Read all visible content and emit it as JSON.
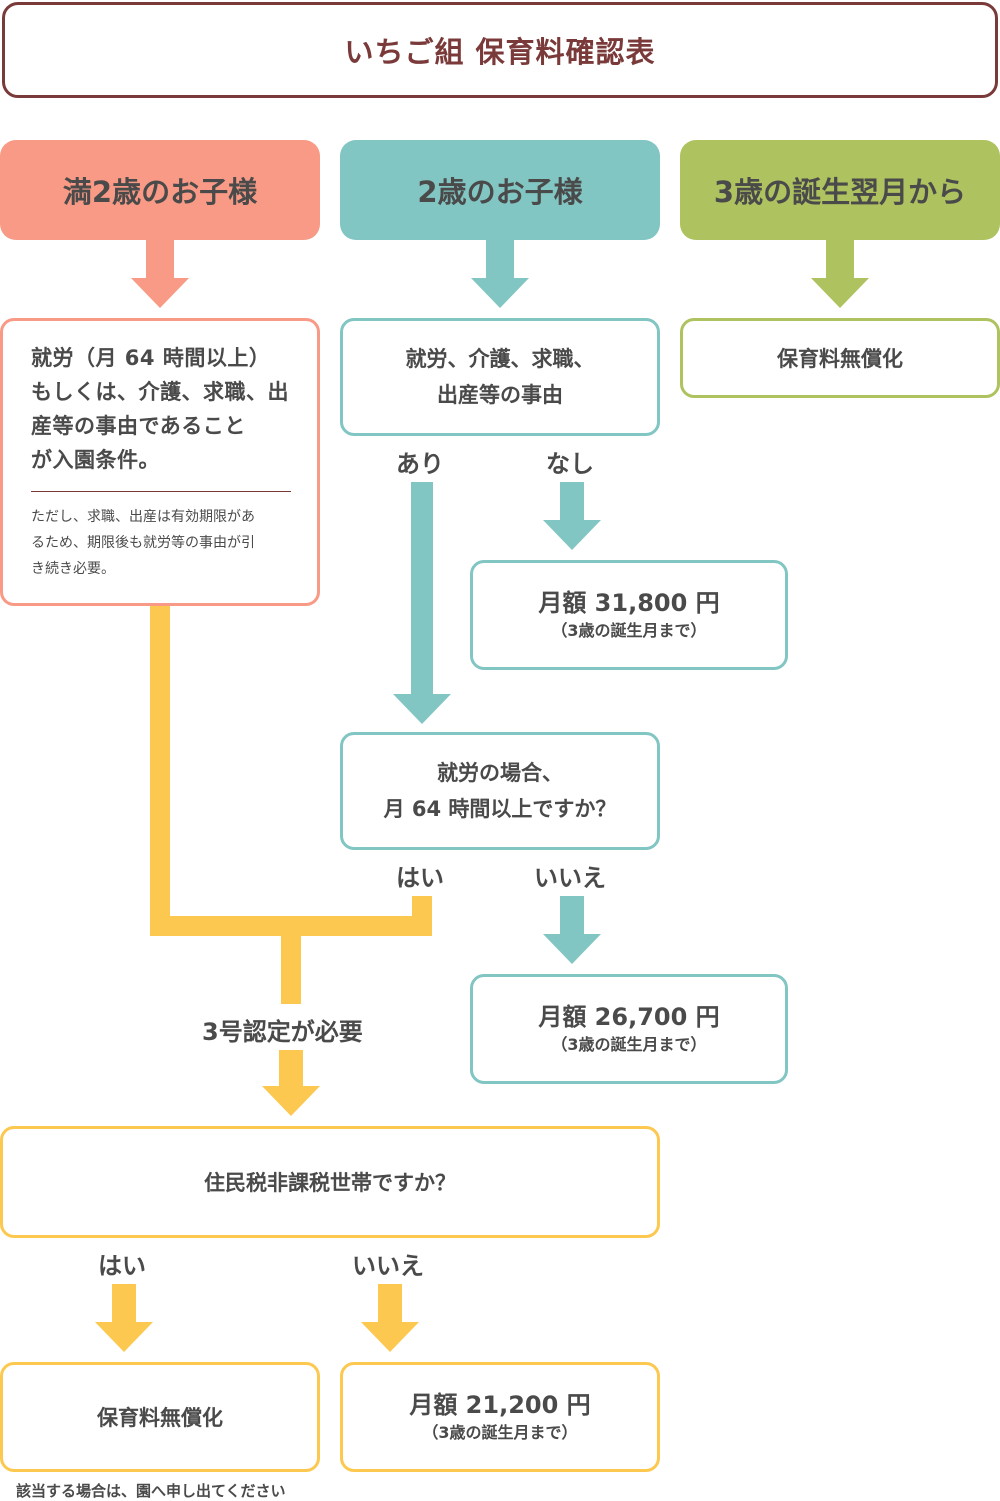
{
  "title": "いちご組 保育料確認表",
  "columns": {
    "left": {
      "header": "満2歳のお子様"
    },
    "middle": {
      "header": "2歳のお子様"
    },
    "right": {
      "header": "3歳の誕生翌月から"
    }
  },
  "left_box": {
    "main_lines": [
      "就労（月 64 時間以上）",
      "もしくは、介護、求職、出",
      "産等の事由であること",
      "が入園条件。"
    ],
    "note_lines": [
      "ただし、求職、出産は有効期限があ",
      "るため、期限後も就労等の事由が引",
      "き続き必要。"
    ]
  },
  "middle_box": {
    "lines": [
      "就労、介護、求職、",
      "出産等の事由"
    ],
    "yes_label": "あり",
    "no_label": "なし"
  },
  "right_box": {
    "text": "保育料無償化"
  },
  "fee_31800": {
    "amount": "月額 31,800 円",
    "note": "（3歳の誕生月まで）"
  },
  "work_question": {
    "lines": [
      "就労の場合、",
      "月 64 時間以上ですか？"
    ],
    "yes_label": "はい",
    "no_label": "いいえ"
  },
  "fee_26700": {
    "amount": "月額 26,700 円",
    "note": "（3歳の誕生月まで）"
  },
  "certification": "3号認定が必要",
  "tax_question": {
    "text": "住民税非課税世帯ですか？",
    "yes_label": "はい",
    "no_label": "いいえ"
  },
  "bottom_free": {
    "text": "保育料無償化"
  },
  "fee_21200": {
    "amount": "月額 21,200 円",
    "note": "（3歳の誕生月まで）"
  },
  "footnote": "該当する場合は、園へ申し出てください",
  "colors": {
    "pink": "#f89a85",
    "teal": "#82c6c3",
    "green": "#aec260",
    "yellow": "#fcc850",
    "title": "#7a3a3a"
  }
}
